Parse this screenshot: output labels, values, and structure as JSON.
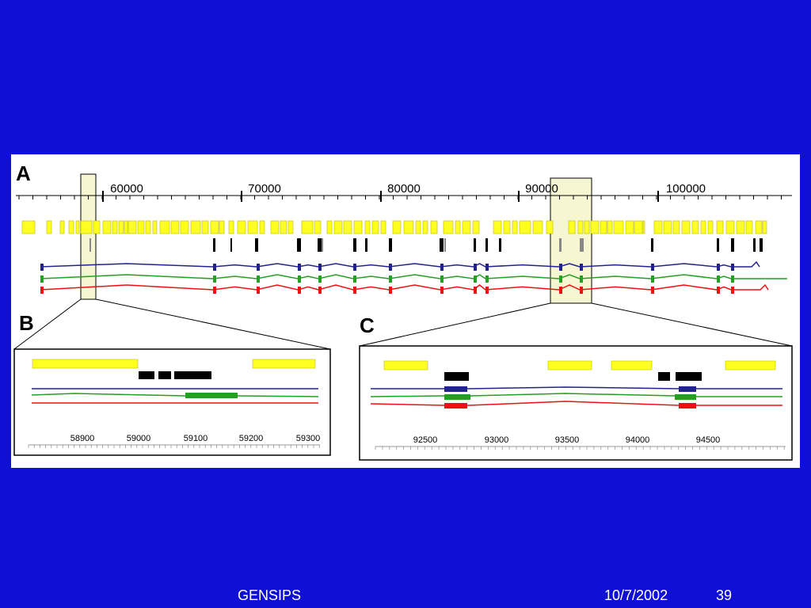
{
  "colors": {
    "background": "#0f0fd6",
    "yellow": "#ffff22",
    "black": "#000000",
    "blue": "#22228f",
    "green": "#22a022",
    "red": "#ee1111",
    "highlight": "#f6f6d2"
  },
  "panels": {
    "a": {
      "letter": "A",
      "ruler_labels": [
        "60000",
        "70000",
        "80000",
        "90000",
        "100000"
      ]
    },
    "b": {
      "letter": "B",
      "ruler_labels": [
        "58900",
        "59000",
        "59100",
        "59200",
        "59300"
      ]
    },
    "c": {
      "letter": "C",
      "ruler_labels": [
        "92500",
        "93000",
        "93500",
        "94000",
        "94500"
      ]
    }
  },
  "footer": {
    "left": "GENSIPS",
    "date": "10/7/2002",
    "page": "39"
  }
}
